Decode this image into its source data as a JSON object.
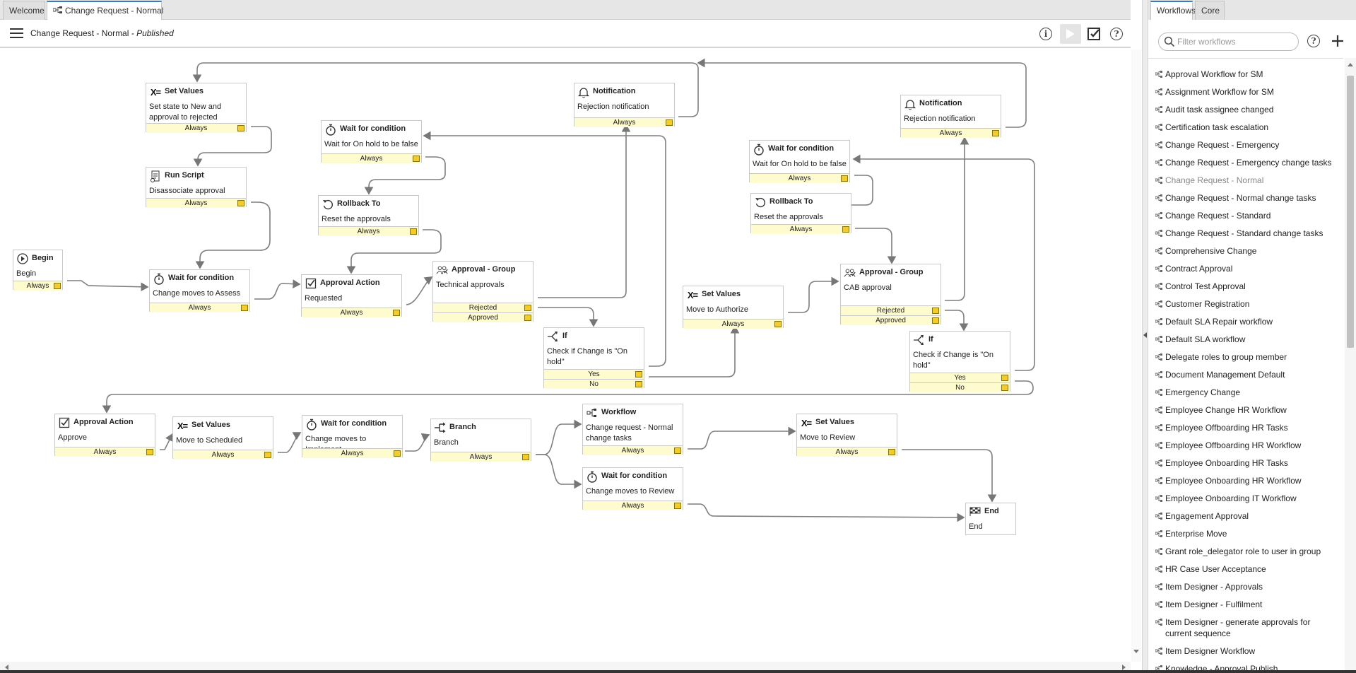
{
  "tabs": [
    {
      "label": "Welcome"
    },
    {
      "label": "Change Request - Normal"
    }
  ],
  "header": {
    "title": "Change Request - Normal",
    "status": "- Published"
  },
  "activities": [
    {
      "type": "Set Values",
      "desc": "Set state to New and approval to rejected",
      "conds": [
        "Always"
      ],
      "icon": "set-values-icon"
    },
    {
      "type": "Run Script",
      "desc": "Disassociate approval records",
      "conds": [
        "Always"
      ],
      "icon": "script-icon"
    },
    {
      "type": "Begin",
      "desc": "Begin",
      "conds": [
        "Always"
      ],
      "icon": "play-icon"
    },
    {
      "type": "Wait for condition",
      "desc": "Change moves to Assess",
      "conds": [
        "Always"
      ],
      "icon": "stopwatch-icon"
    },
    {
      "type": "Wait for condition",
      "desc": "Wait for On hold to be false",
      "conds": [
        "Always"
      ],
      "icon": "stopwatch-icon"
    },
    {
      "type": "Rollback To",
      "desc": "Reset the approvals",
      "conds": [
        "Always"
      ],
      "icon": "rollback-icon"
    },
    {
      "type": "Approval Action",
      "desc": "Requested",
      "conds": [
        "Always"
      ],
      "icon": "checkbox-icon"
    },
    {
      "type": "Approval - Group",
      "desc": "Technical approvals",
      "conds": [
        "Rejected",
        "Approved"
      ],
      "icon": "group-icon"
    },
    {
      "type": "Notification",
      "desc": "Rejection notification",
      "conds": [
        "Always"
      ],
      "icon": "bell-icon"
    },
    {
      "type": "If",
      "desc": "Check if Change is \"On hold\"",
      "conds": [
        "Yes",
        "No"
      ],
      "icon": "if-icon"
    },
    {
      "type": "Set Values",
      "desc": "Move to Authorize",
      "conds": [
        "Always"
      ],
      "icon": "set-values-icon"
    },
    {
      "type": "Wait for condition",
      "desc": "Wait for On hold to be false",
      "conds": [
        "Always"
      ],
      "icon": "stopwatch-icon"
    },
    {
      "type": "Rollback To",
      "desc": "Reset the approvals",
      "conds": [
        "Always"
      ],
      "icon": "rollback-icon"
    },
    {
      "type": "Approval - Group",
      "desc": "CAB approval",
      "conds": [
        "Rejected",
        "Approved"
      ],
      "icon": "group-icon"
    },
    {
      "type": "Notification",
      "desc": "Rejection notification",
      "conds": [
        "Always"
      ],
      "icon": "bell-icon"
    },
    {
      "type": "If",
      "desc": "Check if Change is \"On hold\"",
      "conds": [
        "Yes",
        "No"
      ],
      "icon": "if-icon"
    },
    {
      "type": "Approval Action",
      "desc": "Approve",
      "conds": [
        "Always"
      ],
      "icon": "checkbox-icon"
    },
    {
      "type": "Set Values",
      "desc": "Move to Scheduled",
      "conds": [
        "Always"
      ],
      "icon": "set-values-icon"
    },
    {
      "type": "Wait for condition",
      "desc": "Change moves to Implement",
      "conds": [
        "Always"
      ],
      "icon": "stopwatch-icon"
    },
    {
      "type": "Branch",
      "desc": "Branch",
      "conds": [
        "Always"
      ],
      "icon": "branch-icon"
    },
    {
      "type": "Workflow",
      "desc": "Change request - Normal change tasks",
      "conds": [
        "Always"
      ],
      "icon": "workflow-icon"
    },
    {
      "type": "Wait for condition",
      "desc": "Change moves to Review",
      "conds": [
        "Always"
      ],
      "icon": "stopwatch-icon"
    },
    {
      "type": "Set Values",
      "desc": "Move to Review",
      "conds": [
        "Always"
      ],
      "icon": "set-values-icon"
    },
    {
      "type": "End",
      "desc": "End",
      "conds": [],
      "icon": "flag-icon"
    }
  ],
  "panel": {
    "tabs": [
      "Workflows",
      "Core"
    ],
    "filter_placeholder": "Filter workflows",
    "current": "Change Request - Normal",
    "workflows": [
      "Approval Workflow for SM",
      "Assignment Workflow for SM",
      "Audit task assignee changed",
      "Certification task escalation",
      "Change Request - Emergency",
      "Change Request - Emergency change tasks",
      "Change Request - Normal",
      "Change Request - Normal change tasks",
      "Change Request - Standard",
      "Change Request - Standard change tasks",
      "Comprehensive Change",
      "Contract Approval",
      "Control Test Approval",
      "Customer Registration",
      "Default SLA Repair workflow",
      "Default SLA workflow",
      "Delegate roles to group member",
      "Document Management Default",
      "Emergency Change",
      "Employee Change HR Workflow",
      "Employee Offboarding HR Tasks",
      "Employee Offboarding HR Workflow",
      "Employee Onboarding HR Tasks",
      "Employee Onboarding HR Workflow",
      "Employee Onboarding IT Workflow",
      "Engagement Approval",
      "Enterprise Move",
      "Grant role_delegator role to user in group",
      "HR Case User Acceptance",
      "Item Designer - Approvals",
      "Item Designer - Fulfilment",
      "Item Designer - generate approvals for current sequence",
      "Item Designer Workflow",
      "Knowledge - Approval Publish"
    ]
  }
}
